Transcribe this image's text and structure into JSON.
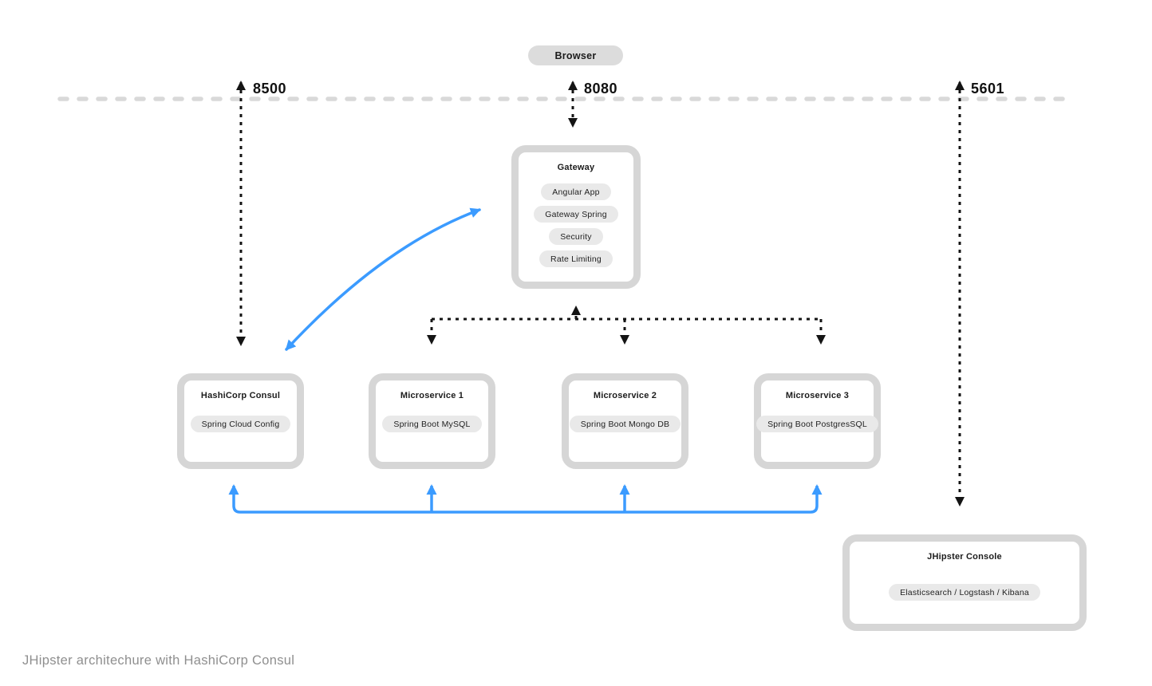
{
  "diagram": {
    "caption": "JHipster architechure with HashiCorp Consul",
    "browser_label": "Browser",
    "ports": {
      "consul": "8500",
      "gateway": "8080",
      "console": "5601"
    },
    "gateway": {
      "title": "Gateway",
      "components": [
        "Angular App",
        "Gateway Spring",
        "Security",
        "Rate Limiting"
      ]
    },
    "nodes": [
      {
        "title": "HashiCorp Consul",
        "component": "Spring Cloud Config"
      },
      {
        "title": "Microservice 1",
        "component": "Spring Boot MySQL"
      },
      {
        "title": "Microservice 2",
        "component": "Spring Boot Mongo DB"
      },
      {
        "title": "Microservice 3",
        "component": "Spring Boot PostgresSQL"
      }
    ],
    "console": {
      "title": "JHipster Console",
      "component": "Elasticsearch / Logstash / Kibana"
    },
    "colors": {
      "accent_blue": "#3b9bff",
      "node_border": "#d6d6d6",
      "pill_bg": "#e9e9e9",
      "dashed_line": "#d9d9d9",
      "arrow_black": "#141414",
      "caption_gray": "#8f8f8f"
    }
  }
}
